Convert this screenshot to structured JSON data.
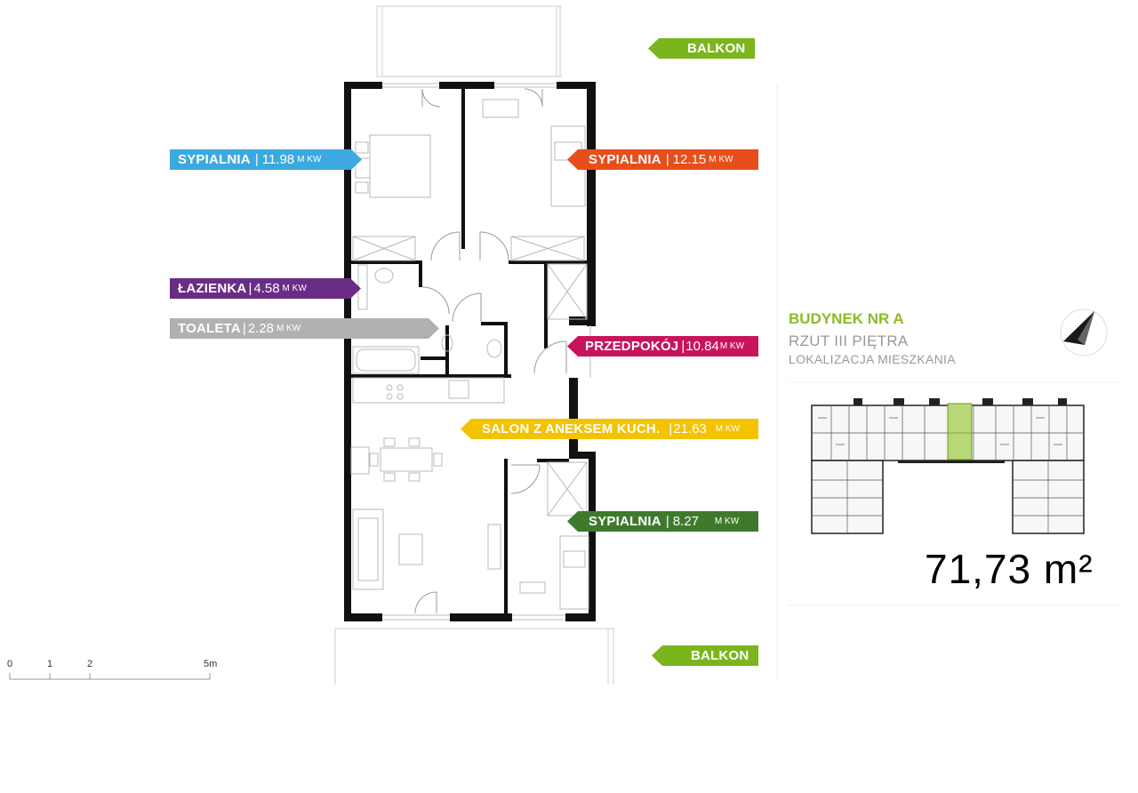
{
  "rooms": [
    {
      "name": "SYPIALNIA",
      "area": "11.98",
      "unit": "M KW",
      "color": "#3ba9e0"
    },
    {
      "name": "SYPIALNIA",
      "area": "12.15",
      "unit": "M KW",
      "color": "#e84e1b"
    },
    {
      "name": "ŁAZIENKA",
      "area": "4.58",
      "unit": "M KW",
      "color": "#6a2c85"
    },
    {
      "name": "TOALETA",
      "area": "2.28",
      "unit": "M KW",
      "color": "#b1b1b1"
    },
    {
      "name": "PRZEDPOKÓJ",
      "area": "10.84",
      "unit": "M KW",
      "color": "#c8145a"
    },
    {
      "name": "SALON Z ANEKSEM KUCH.",
      "area": "21.63",
      "unit": "M KW",
      "color": "#f4c300"
    },
    {
      "name": "SYPIALNIA",
      "area": "8.27",
      "unit": "M KW",
      "color": "#3f7a2c"
    }
  ],
  "balconies": [
    {
      "label": "BALKON",
      "color": "#7ab51d"
    },
    {
      "label": "BALKON",
      "color": "#7ab51d"
    }
  ],
  "building": {
    "name": "BUDYNEK NR A",
    "floor": "RZUT III PIĘTRA",
    "location_label": "LOKALIZACJA MIESZKANIA",
    "accent_color": "#8cbb26"
  },
  "total_area": "71,73 m²",
  "scale_bar": {
    "marks": [
      "0",
      "1",
      "2",
      "5m"
    ]
  },
  "icons": {
    "compass": "north-arrow-icon"
  }
}
